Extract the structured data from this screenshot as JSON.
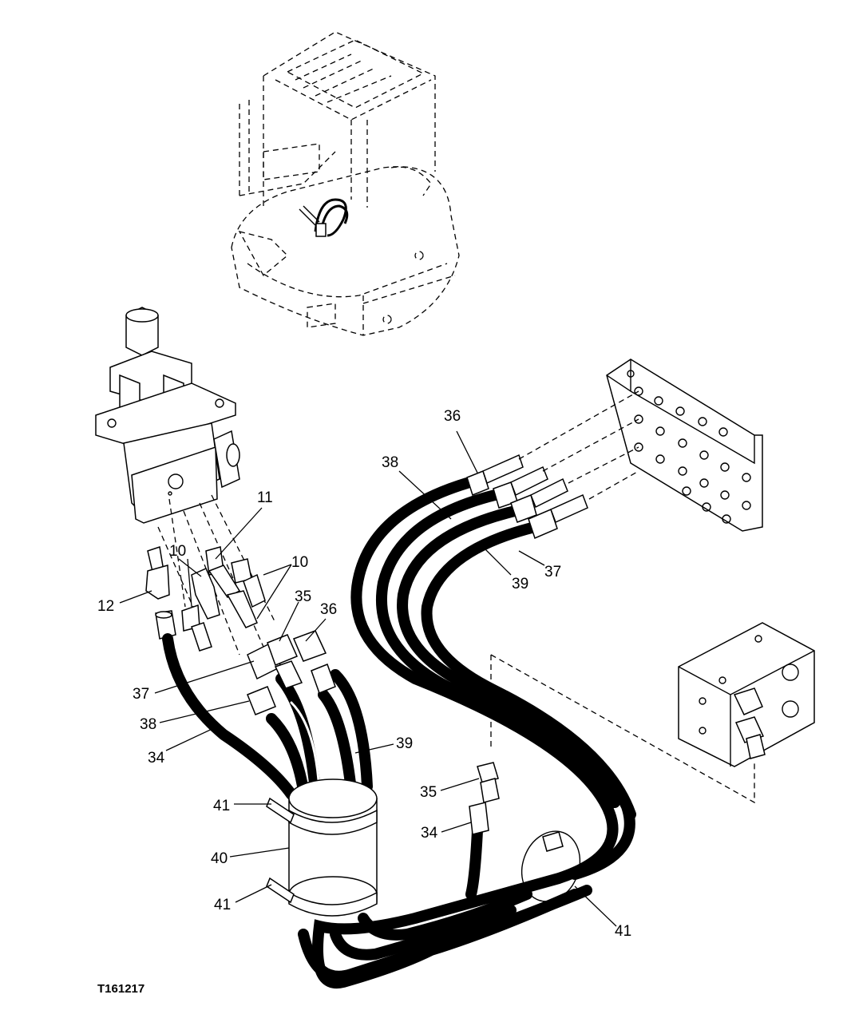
{
  "figure_id": "T161217",
  "callouts": [
    {
      "label": "36"
    },
    {
      "label": "38"
    },
    {
      "label": "39"
    },
    {
      "label": "37"
    },
    {
      "label": "11"
    },
    {
      "label": "10"
    },
    {
      "label": "10"
    },
    {
      "label": "12"
    },
    {
      "label": "35"
    },
    {
      "label": "36"
    },
    {
      "label": "37"
    },
    {
      "label": "38"
    },
    {
      "label": "34"
    },
    {
      "label": "39"
    },
    {
      "label": "35"
    },
    {
      "label": "34"
    },
    {
      "label": "41"
    },
    {
      "label": "40"
    },
    {
      "label": "41"
    },
    {
      "label": "41"
    }
  ]
}
